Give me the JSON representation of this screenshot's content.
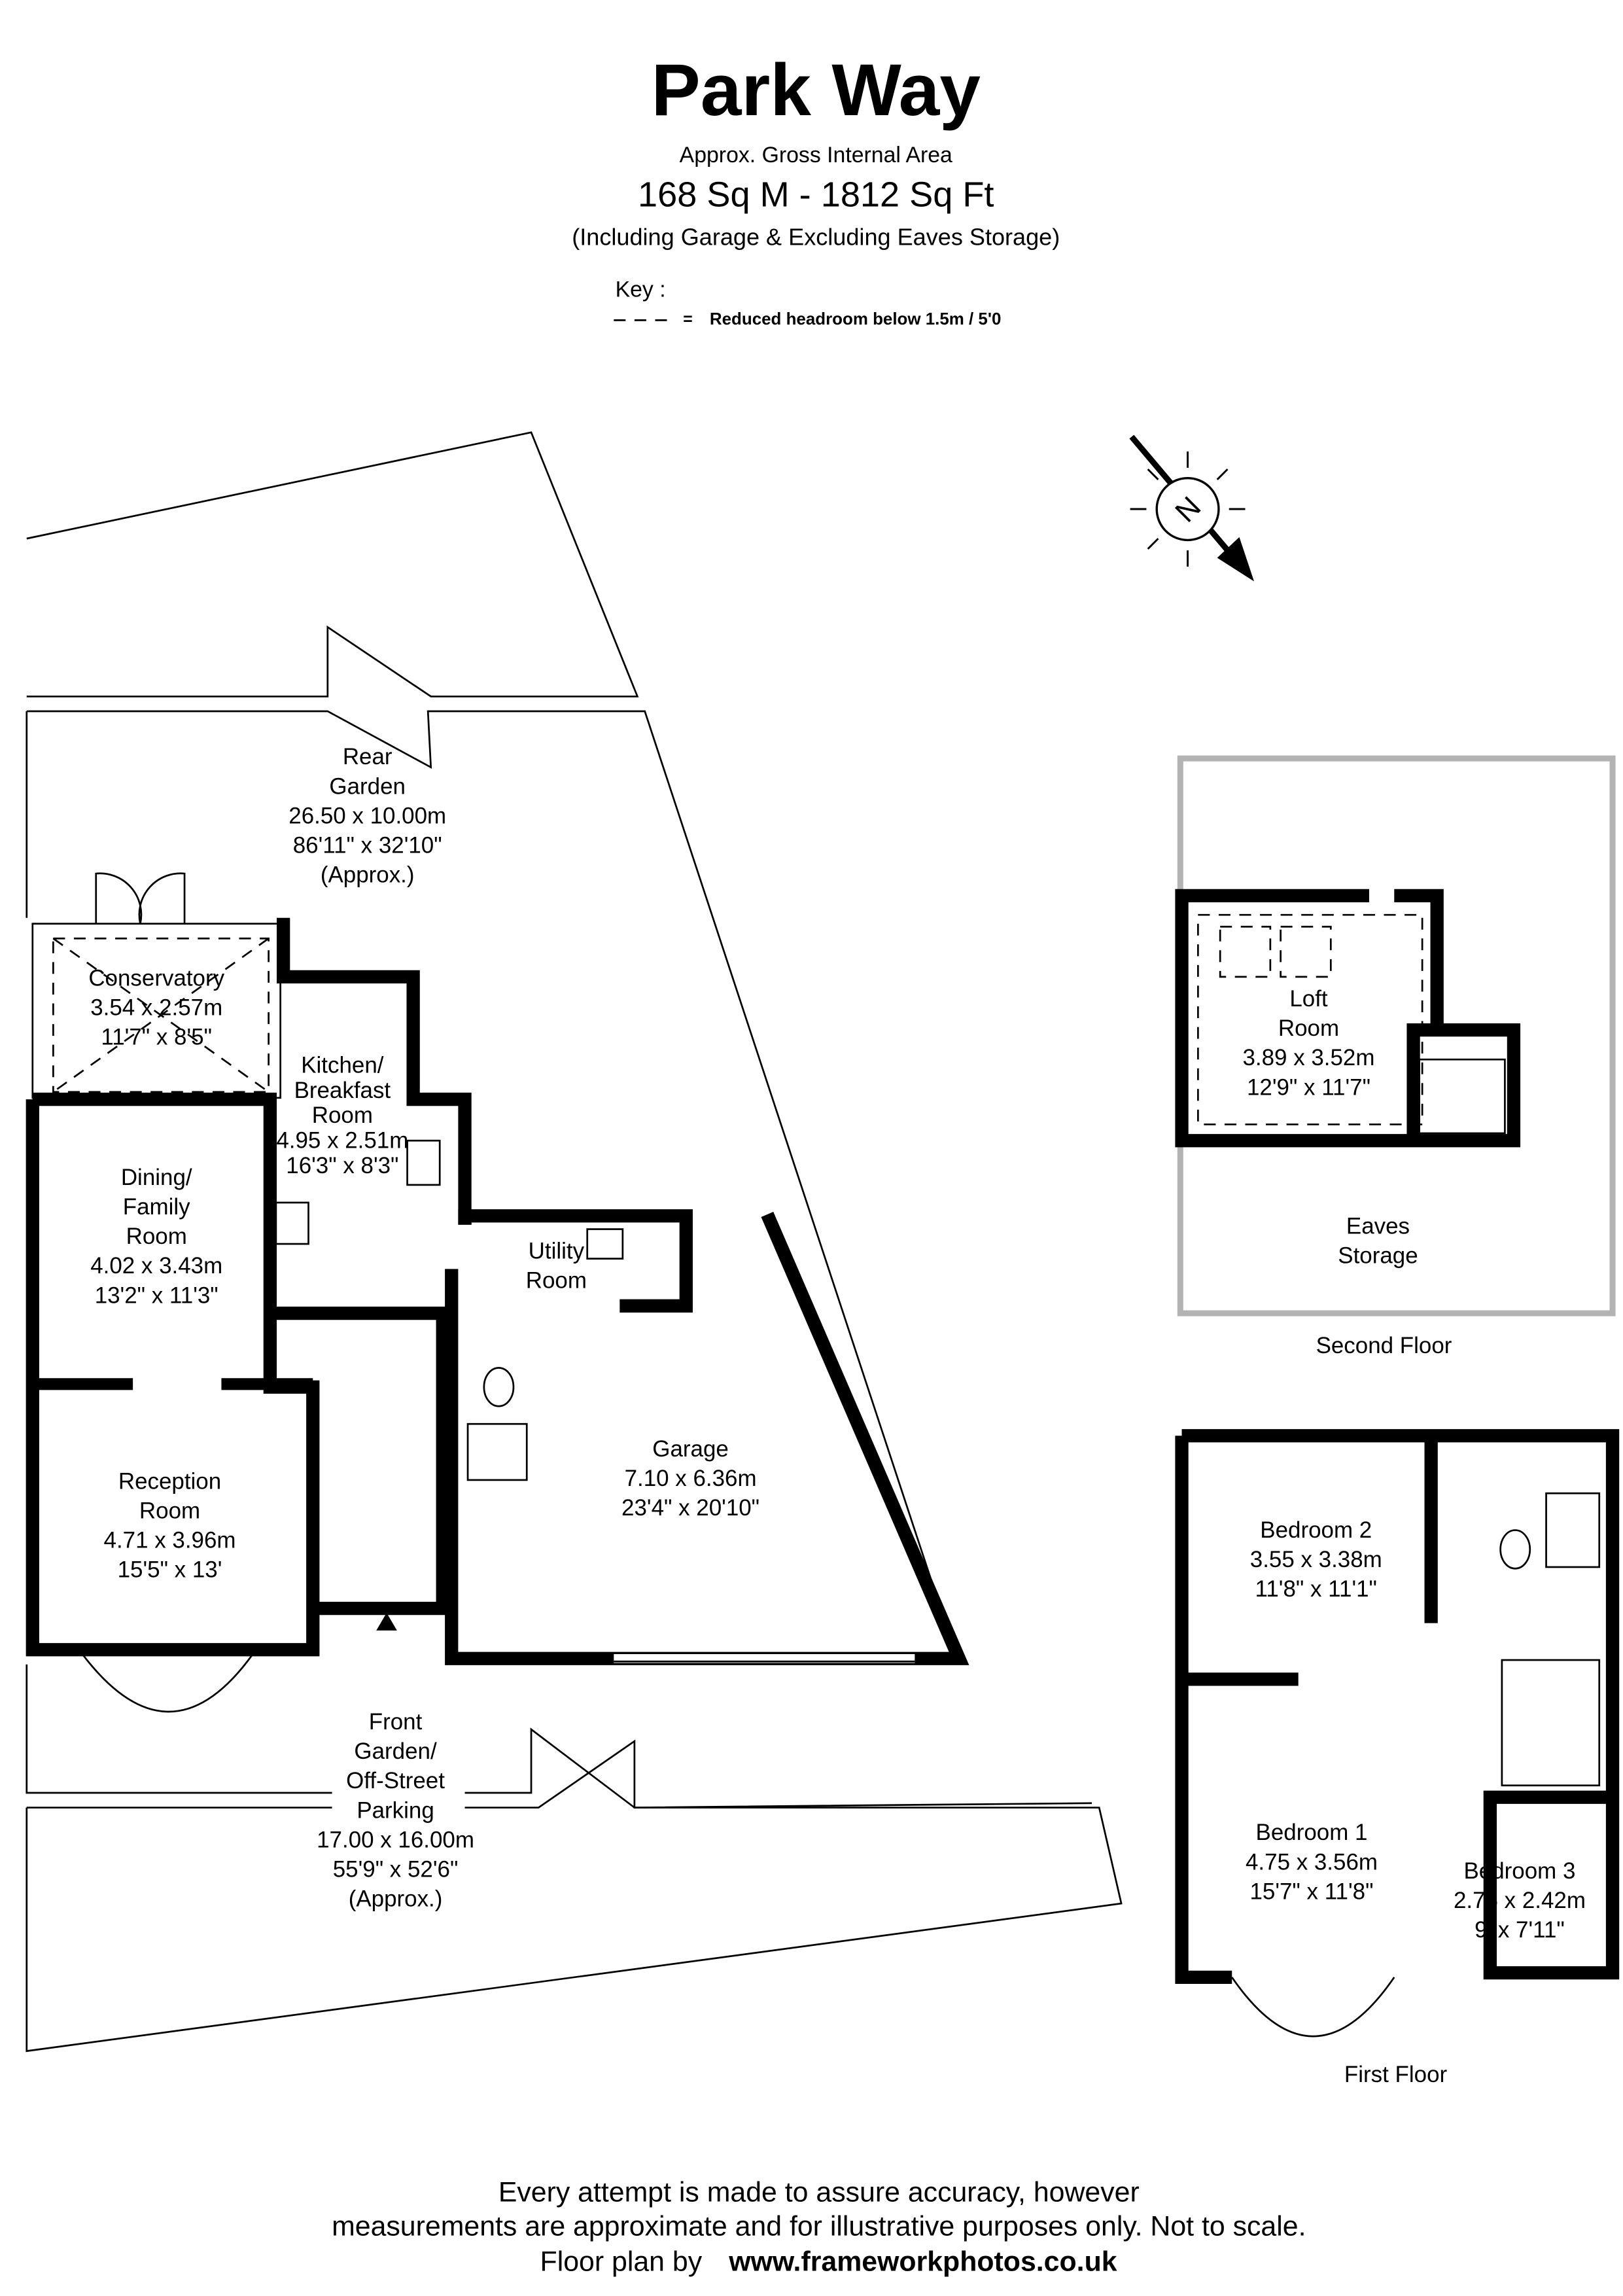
{
  "header": {
    "title": "Park Way",
    "subtitle": "Approx. Gross Internal Area",
    "area": "168 Sq M  -  1812 Sq Ft",
    "note": "(Including Garage & Excluding Eaves Storage)",
    "key_label": "Key :",
    "key_item": "Reduced  headroom below 1.5m / 5'0"
  },
  "compass": {
    "label": "N"
  },
  "ground_floor": {
    "rear_garden": [
      "Rear",
      "Garden",
      "26.50 x 10.00m",
      "86'11\" x 32'10\"",
      "(Approx.)"
    ],
    "conservatory": [
      "Conservatory",
      "3.54 x 2.57m",
      "11'7\" x 8'5\""
    ],
    "kitchen": [
      "Kitchen/",
      "Breakfast",
      "Room",
      "4.95 x 2.51m",
      "16'3\" x 8'3\""
    ],
    "dining": [
      "Dining/",
      "Family",
      "Room",
      "4.02 x 3.43m",
      "13'2\" x 11'3\""
    ],
    "utility": [
      "Utility",
      "Room"
    ],
    "reception": [
      "Reception",
      "Room",
      "4.71 x 3.96m",
      "15'5\" x 13'"
    ],
    "garage": [
      "Garage",
      "7.10 x 6.36m",
      "23'4\" x 20'10\""
    ],
    "front_garden": [
      "Front",
      "Garden/",
      "Off-Street",
      "Parking",
      "17.00 x 16.00m",
      "55'9\" x 52'6\"",
      "(Approx.)"
    ]
  },
  "second_floor": {
    "label": "Second Floor",
    "loft": [
      "Loft",
      "Room",
      "3.89 x 3.52m",
      "12'9\" x 11'7\""
    ],
    "eaves": [
      "Eaves",
      "Storage"
    ]
  },
  "first_floor": {
    "label": "First Floor",
    "bedroom2": [
      "Bedroom 2",
      "3.55 x 3.38m",
      "11'8\" x 11'1\""
    ],
    "bedroom1": [
      "Bedroom 1",
      "4.75 x 3.56m",
      "15'7\" x 11'8\""
    ],
    "bedroom3": [
      "Bedroom 3",
      "2.75 x 2.42m",
      "9' x 7'11\""
    ]
  },
  "footer": {
    "line1": "Every attempt is made to assure accuracy, however",
    "line2": "measurements are approximate and for illustrative purposes only. Not to scale.",
    "line3_prefix": "Floor plan by ",
    "line3_url": "www.frameworkphotos.co.uk"
  }
}
